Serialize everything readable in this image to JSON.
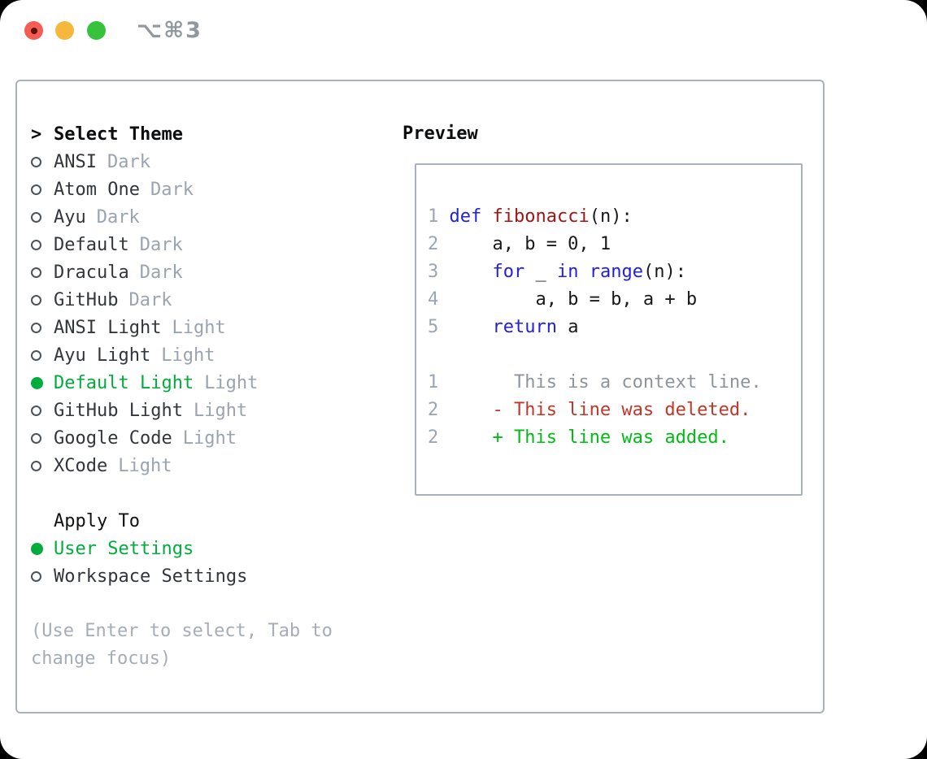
{
  "titlebar": {
    "shortcut_label": "⌥⌘3",
    "buttons": [
      "close",
      "minimize",
      "zoom"
    ]
  },
  "theme_panel": {
    "header": {
      "prefix": ">",
      "label": "Select Theme"
    },
    "themes": [
      {
        "name": "ANSI",
        "variant": "Dark",
        "selected": false
      },
      {
        "name": "Atom One",
        "variant": "Dark",
        "selected": false
      },
      {
        "name": "Ayu",
        "variant": "Dark",
        "selected": false
      },
      {
        "name": "Default",
        "variant": "Dark",
        "selected": false
      },
      {
        "name": "Dracula",
        "variant": "Dark",
        "selected": false
      },
      {
        "name": "GitHub",
        "variant": "Dark",
        "selected": false
      },
      {
        "name": "ANSI Light",
        "variant": "Light",
        "selected": false
      },
      {
        "name": "Ayu Light",
        "variant": "Light",
        "selected": false
      },
      {
        "name": "Default Light",
        "variant": "Light",
        "selected": true
      },
      {
        "name": "GitHub Light",
        "variant": "Light",
        "selected": false
      },
      {
        "name": "Google Code",
        "variant": "Light",
        "selected": false
      },
      {
        "name": "XCode",
        "variant": "Light",
        "selected": false
      }
    ],
    "apply_to": {
      "label": "Apply To",
      "options": [
        {
          "label": "User Settings",
          "selected": true
        },
        {
          "label": "Workspace Settings",
          "selected": false
        }
      ]
    },
    "hint": "(Use Enter to select, Tab to change focus)"
  },
  "preview": {
    "title": "Preview",
    "lines": [
      {
        "num": "1",
        "tokens": [
          [
            "def",
            "kw"
          ],
          [
            " ",
            "pl"
          ],
          [
            "fibonacci",
            "fn"
          ],
          [
            "(n):",
            "pl"
          ]
        ]
      },
      {
        "num": "2",
        "tokens": [
          [
            "    a, b = 0, 1",
            "pl"
          ]
        ]
      },
      {
        "num": "3",
        "tokens": [
          [
            "    ",
            "pl"
          ],
          [
            "for",
            "kw"
          ],
          [
            " _ ",
            "pl"
          ],
          [
            "in",
            "kw"
          ],
          [
            " ",
            "pl"
          ],
          [
            "range",
            "kw"
          ],
          [
            "(n):",
            "pl"
          ]
        ]
      },
      {
        "num": "4",
        "tokens": [
          [
            "        a, b = b, a + b",
            "pl"
          ]
        ]
      },
      {
        "num": "5",
        "tokens": [
          [
            "    ",
            "pl"
          ],
          [
            "return",
            "kw"
          ],
          [
            " a",
            "pl"
          ]
        ]
      },
      {
        "num": "",
        "tokens": []
      },
      {
        "num": "1",
        "tokens": [
          [
            "      This is a context line.",
            "ctx"
          ]
        ]
      },
      {
        "num": "2",
        "tokens": [
          [
            "    - This line was deleted.",
            "del"
          ]
        ]
      },
      {
        "num": "2",
        "tokens": [
          [
            "    + This line was added.",
            "add"
          ]
        ]
      }
    ]
  },
  "colors": {
    "accent_green": "#00ad3c",
    "keyword_blue": "#2121dd",
    "function_red": "#a31515",
    "diff_deleted_red": "#c23628",
    "diff_added_green": "#00bd13",
    "context_gray": "#8d949c",
    "line_number_gray": "#9aa6b3",
    "variant_gray": "#9aa4b1",
    "border_gray": "#a9b2bc",
    "traffic_red": "#f45c54",
    "traffic_yellow": "#f6b73c",
    "traffic_green": "#35c33c"
  }
}
